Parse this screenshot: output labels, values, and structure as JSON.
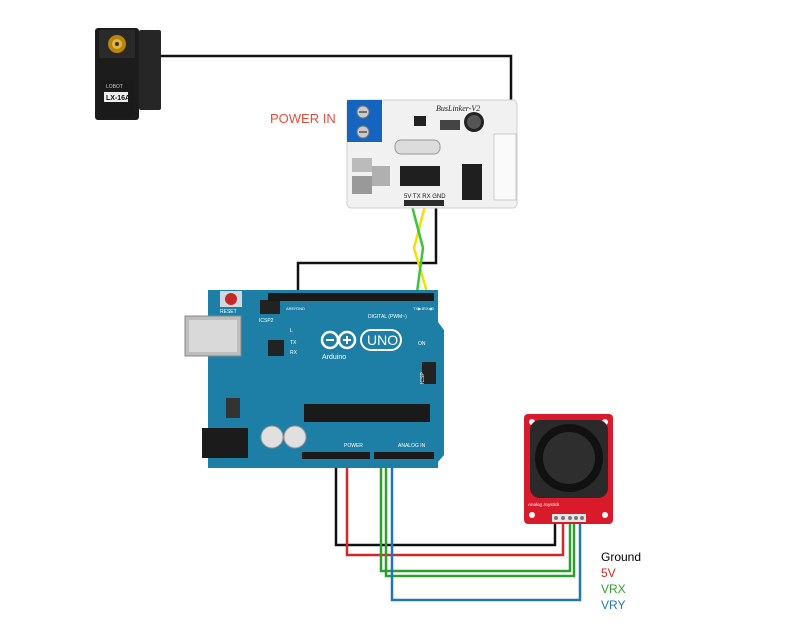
{
  "labels": {
    "power_in": "POWER IN"
  },
  "servo": {
    "brand": "LOBOT",
    "model": "LX-16A"
  },
  "busboard": {
    "name": "BusLinker-V2",
    "pins": "5V TX RX GND"
  },
  "arduino": {
    "reset": "RESET",
    "icsp2": "ICSP2",
    "digital": "DIGITAL (PWM~)",
    "brand": "Arduino",
    "model": "UNO",
    "on": "ON",
    "icsp": "ICSP",
    "tx": "TX",
    "rx": "RX",
    "l": "L",
    "power": "POWER",
    "analog": "ANALOG IN",
    "aref": "AREF",
    "gnd": "GND",
    "txd1": "TX▶1",
    "rxd0": "RX◀0"
  },
  "joystick": {
    "label": "Analog Joystick"
  },
  "legend": {
    "ground": "Ground",
    "v5": "5V",
    "vrx": "VRX",
    "vry": "VRY"
  },
  "colors": {
    "ground": "#000000",
    "v5": "#d62728",
    "vrx": "#2ca02c",
    "vry": "#1f77b4",
    "power_label": "#e74c3c",
    "arduino_board": "#1d7fa6",
    "joystick_board": "#d81a2a",
    "tx_wire": "#f2e000"
  }
}
